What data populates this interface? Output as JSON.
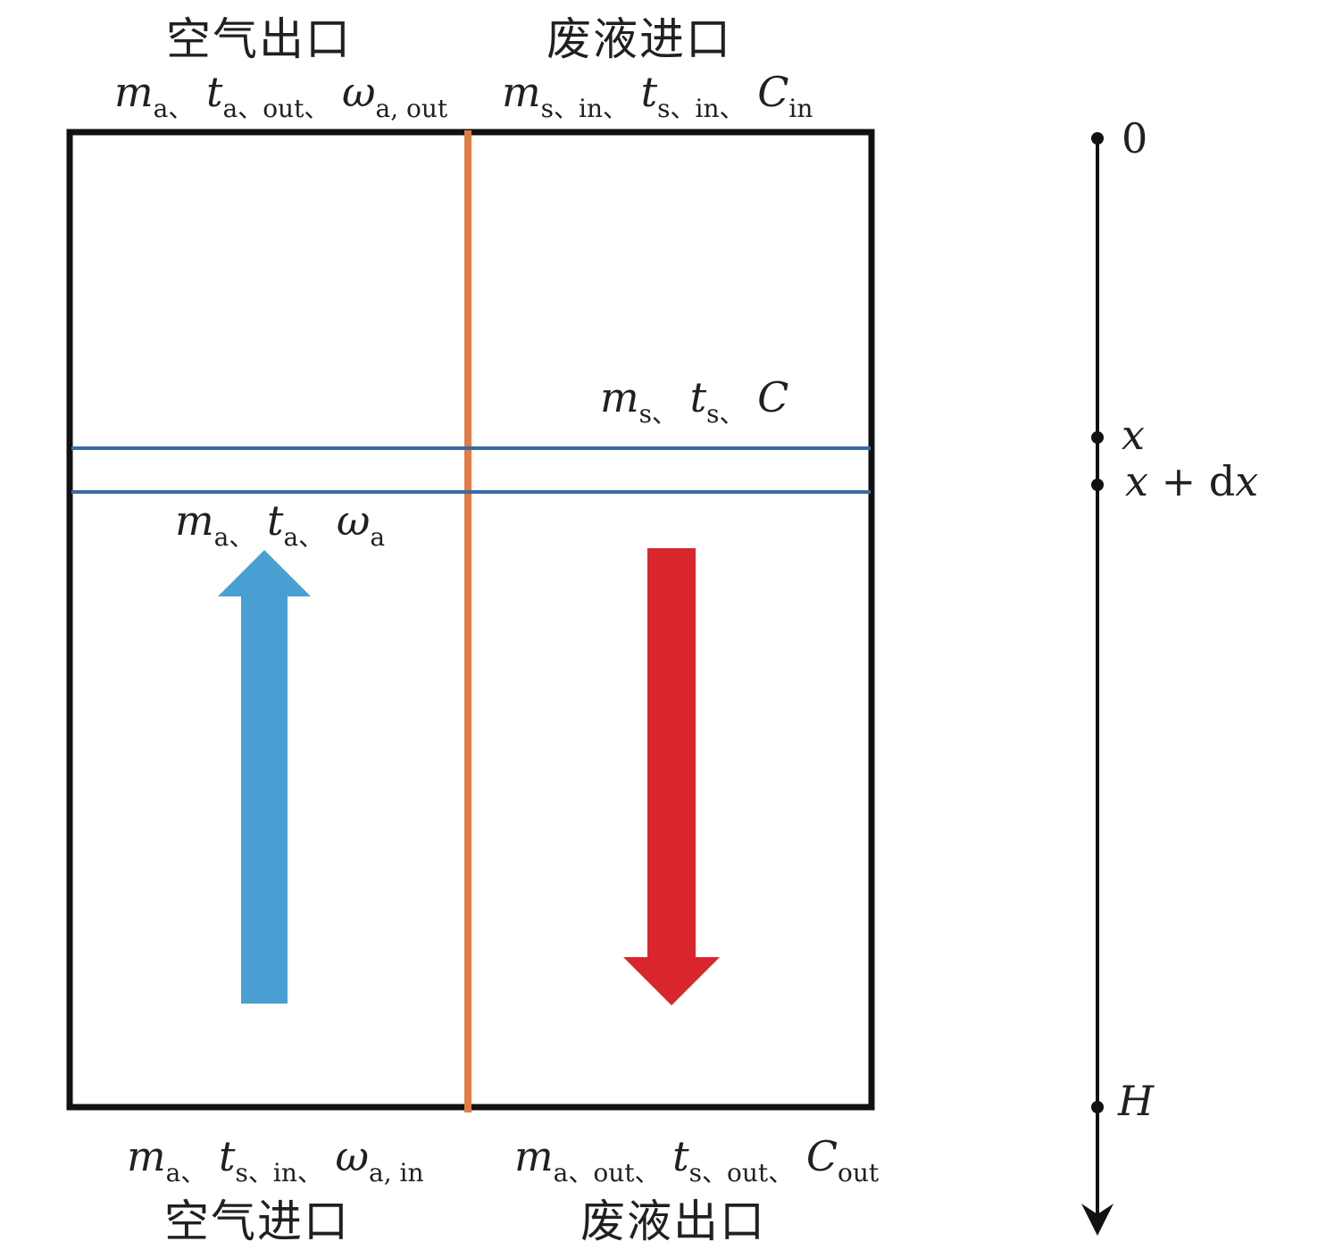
{
  "top": {
    "air_outlet": "空气出口",
    "waste_inlet": "废液进口"
  },
  "bottom": {
    "air_inlet": "空气进口",
    "waste_outlet": "废液出口"
  },
  "symbols": {
    "m": "m",
    "t": "t",
    "omega": "ω",
    "C": "C",
    "a": "a",
    "s": "s",
    "in": "in",
    "out": "out",
    "dun": "、",
    "a_comma_out": "a, out",
    "a_comma_in": "a, in"
  },
  "axis": {
    "zero": "0",
    "x": "x",
    "x_plus": " + d",
    "H": "H"
  },
  "colors": {
    "frame": "#111111",
    "divider": "#e07c45",
    "slice_lines": "#3d6a9e",
    "air_arrow": "#4a9fd2",
    "liquid_arrow": "#d9262c",
    "axis": "#111111"
  }
}
